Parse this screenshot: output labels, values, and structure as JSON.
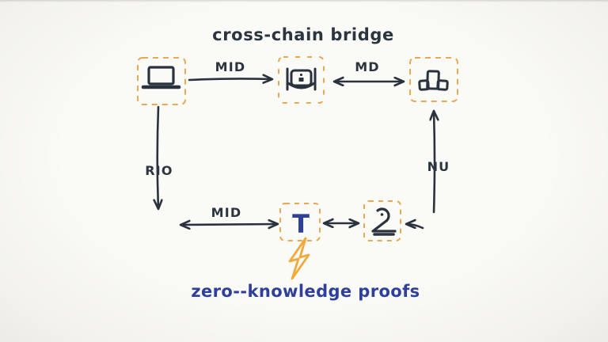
{
  "title": "cross-chain bridge",
  "caption": "zero--knowledge proofs",
  "nodes": {
    "laptop": {
      "icon": "laptop-icon"
    },
    "bridge": {
      "icon": "bridge-icon"
    },
    "blocks": {
      "icon": "blocks-icon"
    },
    "verifier": {
      "label": "T"
    },
    "prover": {
      "icon": "prover-icon"
    }
  },
  "edges": {
    "laptop_to_bridge": {
      "label": "MID",
      "direction": "right"
    },
    "bridge_blocks": {
      "label": "MD",
      "direction": "both"
    },
    "laptop_down": {
      "label": "RIO",
      "direction": "down"
    },
    "up_to_blocks": {
      "label": "NU",
      "direction": "up"
    },
    "bottom_link": {
      "label": "MID",
      "direction": "both"
    }
  },
  "icons": {
    "bolt": "lightning-bolt-icon"
  },
  "colors": {
    "ink": "#2a323e",
    "node_border_orange": "#e9a851",
    "bolt_orange": "#f3a83c",
    "blue_text": "#2e3f9c",
    "background": "#f8f7f3"
  }
}
